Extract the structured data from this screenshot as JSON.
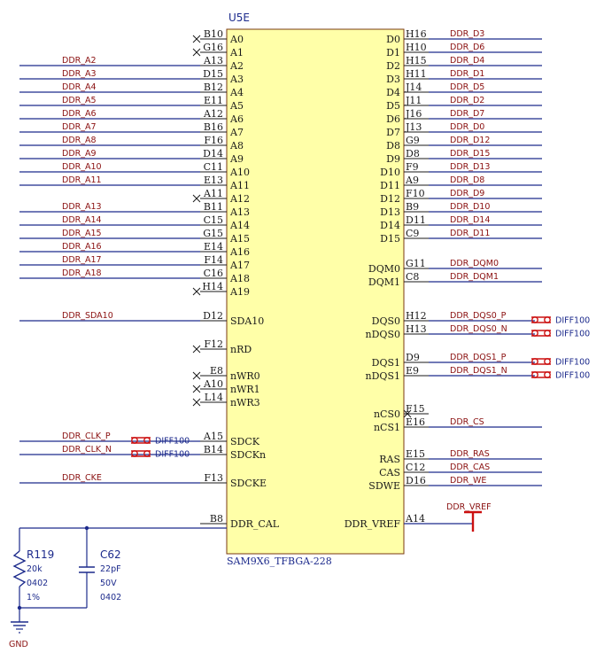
{
  "chip": {
    "designator": "U5E",
    "part": "SAM9X6_TFBGA-228"
  },
  "left_pins": [
    {
      "ball": "B10",
      "name": "A0",
      "net": "",
      "nc": true
    },
    {
      "ball": "G16",
      "name": "A1",
      "net": "",
      "nc": true
    },
    {
      "ball": "A13",
      "name": "A2",
      "net": "DDR_A2",
      "nc": false
    },
    {
      "ball": "D15",
      "name": "A3",
      "net": "DDR_A3",
      "nc": false
    },
    {
      "ball": "B12",
      "name": "A4",
      "net": "DDR_A4",
      "nc": false
    },
    {
      "ball": "E11",
      "name": "A5",
      "net": "DDR_A5",
      "nc": false
    },
    {
      "ball": "A12",
      "name": "A6",
      "net": "DDR_A6",
      "nc": false
    },
    {
      "ball": "B16",
      "name": "A7",
      "net": "DDR_A7",
      "nc": false
    },
    {
      "ball": "F16",
      "name": "A8",
      "net": "DDR_A8",
      "nc": false
    },
    {
      "ball": "D14",
      "name": "A9",
      "net": "DDR_A9",
      "nc": false
    },
    {
      "ball": "C11",
      "name": "A10",
      "net": "DDR_A10",
      "nc": false
    },
    {
      "ball": "E13",
      "name": "A11",
      "net": "DDR_A11",
      "nc": false
    },
    {
      "ball": "A11",
      "name": "A12",
      "net": "",
      "nc": true
    },
    {
      "ball": "B11",
      "name": "A13",
      "net": "DDR_A13",
      "nc": false
    },
    {
      "ball": "C15",
      "name": "A14",
      "net": "DDR_A14",
      "nc": false
    },
    {
      "ball": "G15",
      "name": "A15",
      "net": "DDR_A15",
      "nc": false
    },
    {
      "ball": "E14",
      "name": "A16",
      "net": "DDR_A16",
      "nc": false
    },
    {
      "ball": "F14",
      "name": "A17",
      "net": "DDR_A17",
      "nc": false
    },
    {
      "ball": "C16",
      "name": "A18",
      "net": "DDR_A18",
      "nc": false
    },
    {
      "ball": "H14",
      "name": "A19",
      "net": "",
      "nc": true
    },
    {
      "ball": "D12",
      "name": "SDA10",
      "net": "DDR_SDA10",
      "nc": false
    },
    {
      "ball": "F12",
      "name": "nRD",
      "net": "",
      "nc": true
    },
    {
      "ball": "E8",
      "name": "nWR0",
      "net": "",
      "nc": true
    },
    {
      "ball": "A10",
      "name": "nWR1",
      "net": "",
      "nc": true
    },
    {
      "ball": "L14",
      "name": "nWR3",
      "net": "",
      "nc": true
    },
    {
      "ball": "A15",
      "name": "SDCK",
      "net": "DDR_CLK_P",
      "nc": false,
      "diff": "DIFF100"
    },
    {
      "ball": "B14",
      "name": "SDCKn",
      "net": "DDR_CLK_N",
      "nc": false,
      "diff": "DIFF100"
    },
    {
      "ball": "F13",
      "name": "SDCKE",
      "net": "DDR_CKE",
      "nc": false
    },
    {
      "ball": "B8",
      "name": "DDR_CAL",
      "net": "",
      "nc": false
    }
  ],
  "right_pins": [
    {
      "ball": "H16",
      "name": "D0",
      "net": "DDR_D3"
    },
    {
      "ball": "H10",
      "name": "D1",
      "net": "DDR_D6"
    },
    {
      "ball": "H15",
      "name": "D2",
      "net": "DDR_D4"
    },
    {
      "ball": "H11",
      "name": "D3",
      "net": "DDR_D1"
    },
    {
      "ball": "J14",
      "name": "D4",
      "net": "DDR_D5"
    },
    {
      "ball": "J11",
      "name": "D5",
      "net": "DDR_D2"
    },
    {
      "ball": "J16",
      "name": "D6",
      "net": "DDR_D7"
    },
    {
      "ball": "J13",
      "name": "D7",
      "net": "DDR_D0"
    },
    {
      "ball": "G9",
      "name": "D8",
      "net": "DDR_D12"
    },
    {
      "ball": "D8",
      "name": "D9",
      "net": "DDR_D15"
    },
    {
      "ball": "F9",
      "name": "D10",
      "net": "DDR_D13"
    },
    {
      "ball": "A9",
      "name": "D11",
      "net": "DDR_D8"
    },
    {
      "ball": "F10",
      "name": "D12",
      "net": "DDR_D9"
    },
    {
      "ball": "B9",
      "name": "D13",
      "net": "DDR_D10"
    },
    {
      "ball": "D11",
      "name": "D14",
      "net": "DDR_D14"
    },
    {
      "ball": "C9",
      "name": "D15",
      "net": "DDR_D11"
    },
    {
      "ball": "G11",
      "name": "DQM0",
      "net": "DDR_DQM0"
    },
    {
      "ball": "C8",
      "name": "DQM1",
      "net": "DDR_DQM1"
    },
    {
      "ball": "H12",
      "name": "DQS0",
      "net": "DDR_DQS0_P",
      "diff": "DIFF100"
    },
    {
      "ball": "H13",
      "name": "nDQS0",
      "net": "DDR_DQS0_N",
      "diff": "DIFF100"
    },
    {
      "ball": "D9",
      "name": "DQS1",
      "net": "DDR_DQS1_P",
      "diff": "DIFF100"
    },
    {
      "ball": "E9",
      "name": "nDQS1",
      "net": "DDR_DQS1_N",
      "diff": "DIFF100"
    },
    {
      "ball": "F15",
      "name": "nCS0",
      "net": "",
      "nc": true
    },
    {
      "ball": "E16",
      "name": "nCS1",
      "net": "DDR_CS"
    },
    {
      "ball": "E15",
      "name": "RAS",
      "net": "DDR_RAS"
    },
    {
      "ball": "C12",
      "name": "CAS",
      "net": "DDR_CAS"
    },
    {
      "ball": "D16",
      "name": "SDWE",
      "net": "DDR_WE"
    },
    {
      "ball": "A14",
      "name": "DDR_VREF",
      "net": "DDR_VREF"
    }
  ],
  "resistor": {
    "ref": "R119",
    "value": "20k",
    "package": "0402",
    "tolerance": "1%"
  },
  "capacitor": {
    "ref": "C62",
    "value": "22pF",
    "voltage": "50V",
    "package": "0402"
  },
  "ground": {
    "label": "GND"
  },
  "colors": {
    "body": "#ffffa8",
    "wire": "#1c2a8c",
    "net": "#8a1010",
    "diff": "#cc1010"
  }
}
